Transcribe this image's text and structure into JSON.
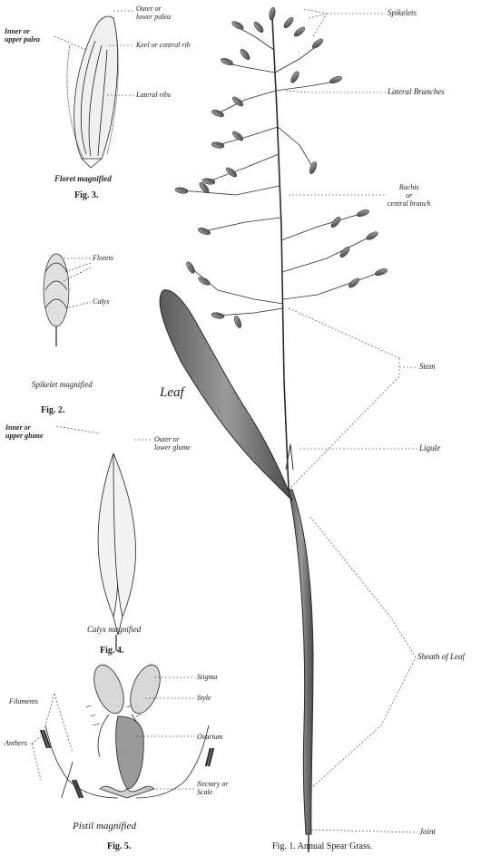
{
  "figures": {
    "fig1": {
      "caption": "Fig. 1.  Annual Spear Grass.",
      "labels": {
        "spikelets": "Spikelets",
        "lateral_branches": "Lateral Branches",
        "rachis": "Rachis\nor\ncentral branch",
        "stem": "Stem",
        "ligule": "Ligule",
        "sheath": "Sheath of Leaf",
        "joint": "Joint",
        "leaf": "Leaf"
      }
    },
    "fig2": {
      "caption": "Fig. 2.",
      "subtitle": "Spikelet magnified",
      "labels": {
        "florets": "Florets",
        "calyx": "Calyx"
      }
    },
    "fig3": {
      "caption": "Fig. 3.",
      "subtitle": "Floret magnified",
      "labels": {
        "inner_palea": "Inner or\nupper palea",
        "outer_palea": "Outer or\nlower palea",
        "keel": "Keel or central rib",
        "lateral_ribs": "Lateral ribs"
      }
    },
    "fig4": {
      "caption": "Fig. 4.",
      "subtitle": "Calyx magnified",
      "labels": {
        "inner_glume": "Inner or\nupper glume",
        "outer_glume": "Outer or\nlower glume"
      }
    },
    "fig5": {
      "caption": "Fig. 5.",
      "subtitle": "Pistil magnified",
      "labels": {
        "filaments": "Filaments",
        "anthers": "Anthers",
        "stigma": "Stigma",
        "style": "Style",
        "ovarium": "Ovarium",
        "nectary": "Nectary or\nScale"
      }
    }
  }
}
